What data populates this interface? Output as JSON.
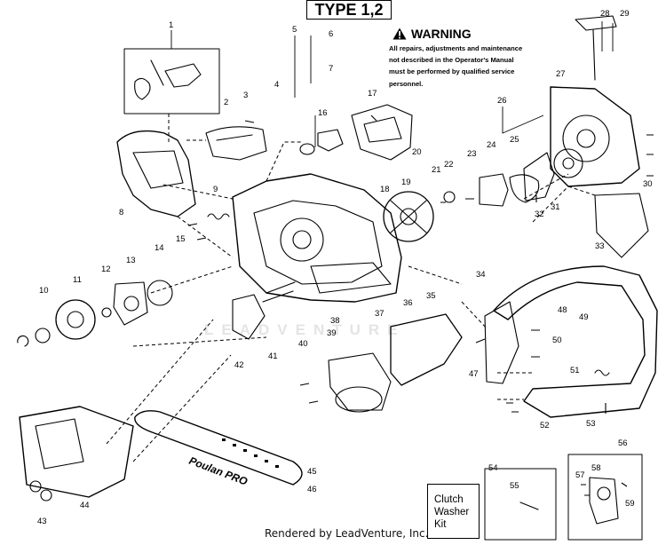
{
  "header": {
    "type_label": "TYPE 1,2"
  },
  "warning": {
    "title": "WARNING",
    "body": "All repairs, adjustments and maintenance\nnot described in the Operator's Manual\nmust be performed by qualified service\npersonnel."
  },
  "kit": {
    "line1": "Clutch",
    "line2": "Washer",
    "line3": "Kit"
  },
  "watermark": "LEADVENTURE",
  "footer": "Rendered by LeadVenture, Inc.",
  "callouts": [
    "1",
    "2",
    "3",
    "4",
    "5",
    "6",
    "7",
    "8",
    "9",
    "10",
    "11",
    "12",
    "13",
    "14",
    "15",
    "16",
    "17",
    "18",
    "19",
    "20",
    "21",
    "22",
    "23",
    "24",
    "25",
    "26",
    "27",
    "28",
    "29",
    "30",
    "31",
    "32",
    "33",
    "34",
    "35",
    "36",
    "37",
    "38",
    "39",
    "40",
    "41",
    "42",
    "43",
    "44",
    "45",
    "46",
    "47",
    "48",
    "49",
    "50",
    "51",
    "52",
    "53",
    "54",
    "55",
    "56",
    "57",
    "58",
    "59"
  ],
  "bar_brand": "Poulan PRO"
}
